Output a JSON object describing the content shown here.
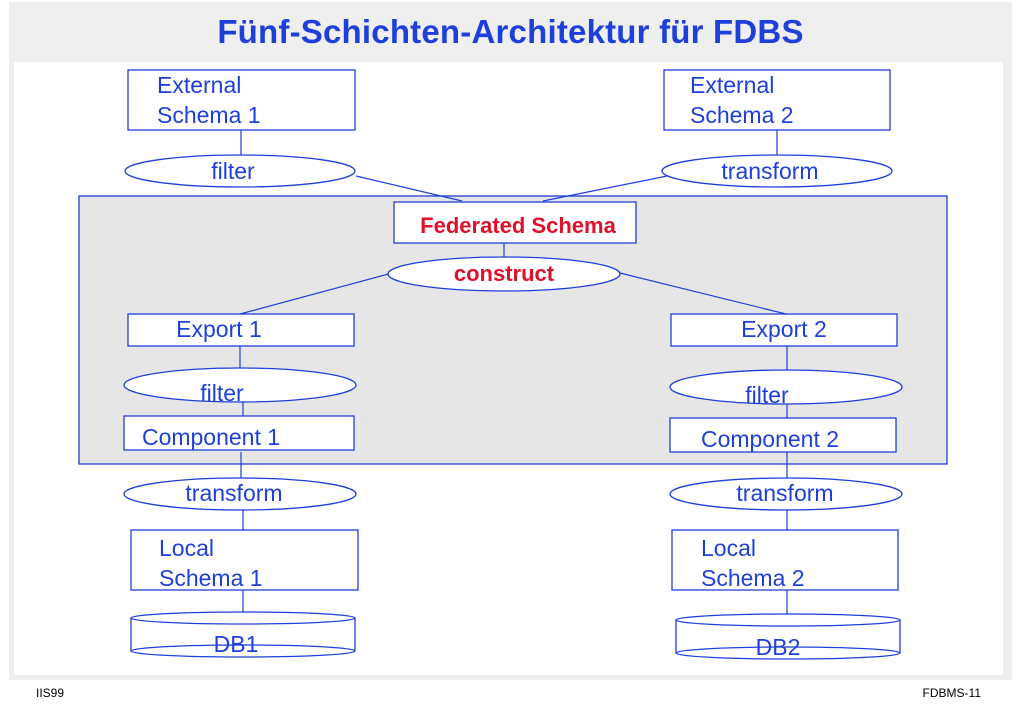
{
  "title": "Fünf-Schichten-Architektur für FDBS",
  "external_schema_1": [
    "External",
    "Schema 1"
  ],
  "external_schema_2": [
    "External",
    "Schema 2"
  ],
  "processor_filter_top": "filter",
  "processor_transform_top": "transform",
  "federated_schema": "Federated Schema",
  "construct": "construct",
  "export_1": "Export 1",
  "export_2": "Export 2",
  "filter_left": "filter",
  "filter_right": "filter",
  "component_1": "Component 1",
  "component_2": "Component 2",
  "transform_left": "transform",
  "transform_right": "transform",
  "local_schema_1": [
    "Local",
    "Schema 1"
  ],
  "local_schema_2": [
    "Local",
    "Schema 2"
  ],
  "db_1": "DB1",
  "db_2": "DB2",
  "footer_left": "IIS99",
  "footer_right": "FDBMS-11",
  "colors": {
    "line": "#1f3fdb",
    "text": "#1f3fdb",
    "accent": "#e0102a",
    "federation_area": "#e6e6e6",
    "title_band": "#efefef"
  }
}
